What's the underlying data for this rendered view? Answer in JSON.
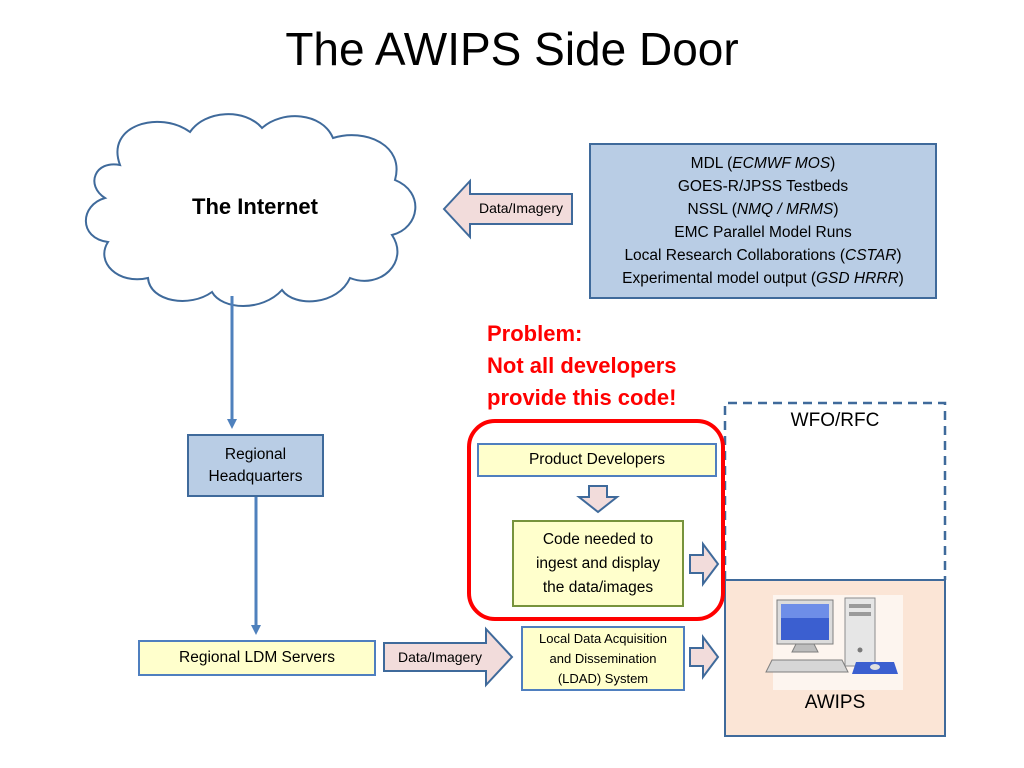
{
  "title": "The AWIPS Side Door",
  "internet": {
    "label": "The Internet"
  },
  "data_imagery_top": "Data/Imagery",
  "data_imagery_bottom": "Data/Imagery",
  "sources": {
    "lines": [
      [
        "MDL (",
        "ECMWF MOS",
        ")"
      ],
      [
        "GOES-R/JPSS Testbeds",
        "",
        ""
      ],
      [
        "NSSL (",
        "NMQ / MRMS",
        ")"
      ],
      [
        "EMC Parallel Model Runs",
        "",
        ""
      ],
      [
        "Local Research Collaborations (",
        "CSTAR",
        ")"
      ],
      [
        "Experimental model output (",
        "GSD HRRR",
        ")"
      ]
    ]
  },
  "problem": {
    "line1": "Problem:",
    "line2": "Not all developers",
    "line3": "provide this code!"
  },
  "regional_hq": {
    "line1": "Regional",
    "line2": "Headquarters"
  },
  "regional_ldm": "Regional LDM Servers",
  "product_developers": "Product Developers",
  "code_needed": {
    "line1": "Code needed to",
    "line2": "ingest and display",
    "line3": "the data/images"
  },
  "ldad": {
    "line1": "Local Data Acquisition",
    "line2": "and Dissemination",
    "line3": "(LDAD) System"
  },
  "wfo": "WFO/RFC",
  "awips": "AWIPS",
  "colors": {
    "problem": "#ff0000",
    "blue_fill": "#b9cde5",
    "yellow_fill": "#ffffcc",
    "arrow_fill": "#f2dcdb",
    "awips_fill": "#fbe5d6",
    "connector": "#4f81bd"
  }
}
